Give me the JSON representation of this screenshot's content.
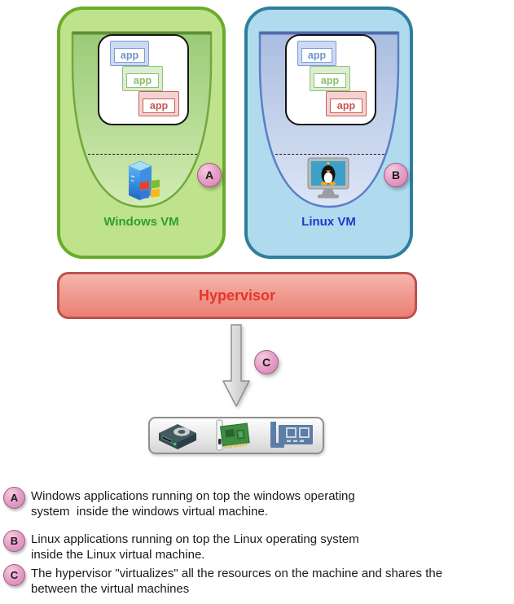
{
  "vms": [
    {
      "label": "Windows VM",
      "apps": [
        "app",
        "app",
        "app"
      ],
      "marker": "A",
      "os_icon": "windows-logo-icon",
      "label_color": "#2f9e2d",
      "box_fill": "#bfe28c",
      "box_border": "#68ad2a"
    },
    {
      "label": "Linux VM",
      "apps": [
        "app",
        "app",
        "app"
      ],
      "marker": "B",
      "os_icon": "linux-tux-monitor-icon",
      "label_color": "#1d39cc",
      "box_fill": "#b0dbee",
      "box_border": "#2d7f9d"
    }
  ],
  "hypervisor": {
    "label": "Hypervisor",
    "text_color": "#e5352a",
    "fill": "#f09c92",
    "border": "#bb524c"
  },
  "markers": {
    "a": "A",
    "b": "B",
    "c": "C",
    "fill": "#e5a2c8",
    "border": "#9f5c84"
  },
  "hardware": {
    "icons": [
      "disk-drive-icon",
      "pci-card-icon",
      "network-card-icon"
    ]
  },
  "legend": [
    {
      "marker": "A",
      "text": "Windows applications running on top the windows operating\nsystem  inside the windows virtual machine."
    },
    {
      "marker": "B",
      "text": "Linux applications running on top the Linux operating system\ninside the Linux virtual machine."
    },
    {
      "marker": "C",
      "text": "The hypervisor \"virtualizes\" all the resources on the machine and shares the\nbetween the virtual machines"
    }
  ]
}
